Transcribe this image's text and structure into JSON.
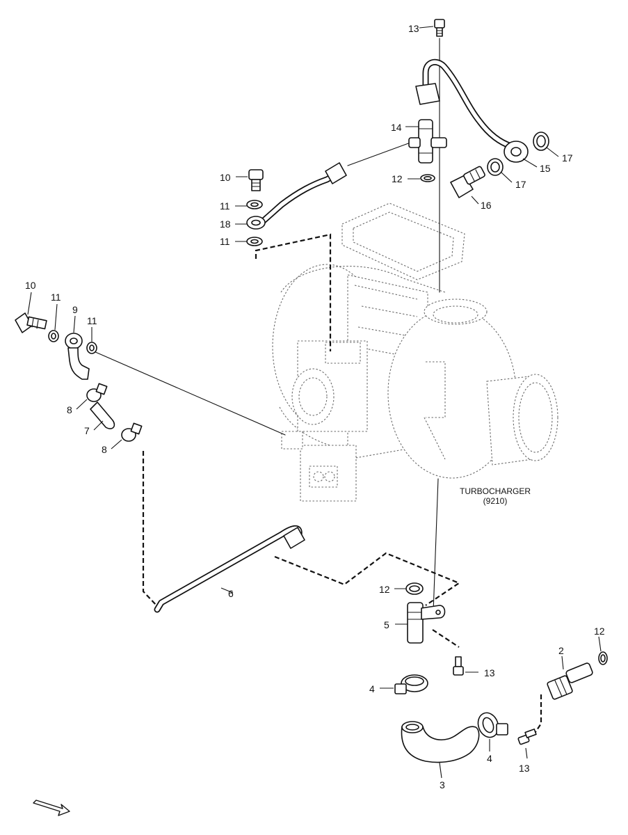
{
  "diagram": {
    "caption": {
      "name": "TURBOCHARGER",
      "code": "(9210)"
    },
    "callouts": [
      {
        "id": "c13-top",
        "label": "13"
      },
      {
        "id": "c14",
        "label": "14"
      },
      {
        "id": "c12-top",
        "label": "12"
      },
      {
        "id": "c17-a",
        "label": "17"
      },
      {
        "id": "c15",
        "label": "15"
      },
      {
        "id": "c17-b",
        "label": "17"
      },
      {
        "id": "c16",
        "label": "16"
      },
      {
        "id": "c10-top",
        "label": "10"
      },
      {
        "id": "c11-a",
        "label": "11"
      },
      {
        "id": "c18",
        "label": "18"
      },
      {
        "id": "c11-b",
        "label": "11"
      },
      {
        "id": "c10-left",
        "label": "10"
      },
      {
        "id": "c11-c",
        "label": "11"
      },
      {
        "id": "c9",
        "label": "9"
      },
      {
        "id": "c11-d",
        "label": "11"
      },
      {
        "id": "c8-a",
        "label": "8"
      },
      {
        "id": "c7",
        "label": "7"
      },
      {
        "id": "c8-b",
        "label": "8"
      },
      {
        "id": "c6",
        "label": "6"
      },
      {
        "id": "c12-mid",
        "label": "12"
      },
      {
        "id": "c5",
        "label": "5"
      },
      {
        "id": "c13-mid",
        "label": "13"
      },
      {
        "id": "c12-right",
        "label": "12"
      },
      {
        "id": "c2",
        "label": "2"
      },
      {
        "id": "c4-a",
        "label": "4"
      },
      {
        "id": "c4-b",
        "label": "4"
      },
      {
        "id": "c13-bot",
        "label": "13"
      },
      {
        "id": "c3",
        "label": "3"
      }
    ]
  }
}
